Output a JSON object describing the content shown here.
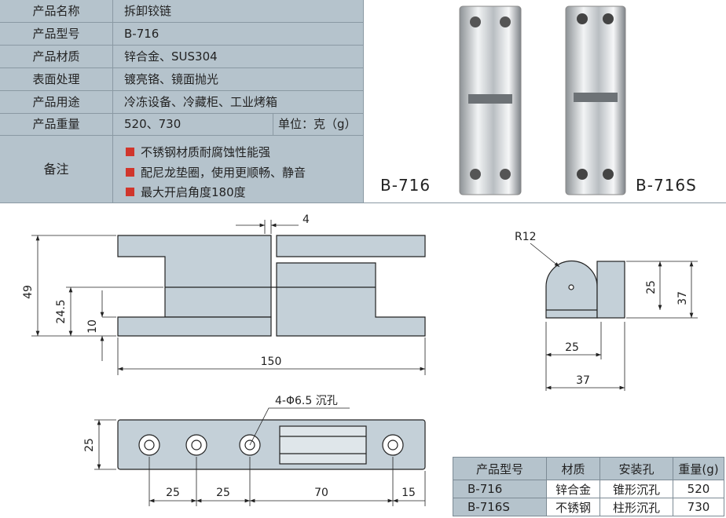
{
  "spec": {
    "rows": [
      {
        "label": "产品名称",
        "value": "拆卸铰链"
      },
      {
        "label": "产品型号",
        "value": "B-716"
      },
      {
        "label": "产品材质",
        "value": "锌合金、SUS304"
      },
      {
        "label": "表面处理",
        "value": "镀亮铬、镜面抛光"
      },
      {
        "label": "产品用途",
        "value": "冷冻设备、冷藏柜、工业烤箱"
      },
      {
        "label": "产品重量",
        "value": "520、730",
        "unit": "单位：克（g）"
      }
    ],
    "remarks_label": "备注",
    "remarks": [
      "不锈钢材质耐腐蚀性能强",
      "配尼龙垫圈，使用更顺畅、静音",
      "最大开启角度180度"
    ],
    "bullet_color": "#d0362c"
  },
  "photos": {
    "left_label": "B-716",
    "right_label": "B-716S"
  },
  "dims": {
    "front": {
      "gap": "4",
      "height": "49",
      "mid": "24.5",
      "flange": "10",
      "length": "150"
    },
    "side": {
      "radius": "R12",
      "inner_h": "25",
      "outer_h": "37",
      "inner_w": "25",
      "outer_w": "37"
    },
    "bottom": {
      "holes": "4-Φ6.5 沉孔",
      "width": "25",
      "pitch1": "25",
      "pitch2": "25",
      "pitch3": "70",
      "edge": "15"
    }
  },
  "models": {
    "headers": [
      "产品型号",
      "材质",
      "安装孔",
      "重量(g)"
    ],
    "rows": [
      [
        "B-716",
        "锌合金",
        "锥形沉孔",
        "520"
      ],
      [
        "B-716S",
        "不锈钢",
        "柱形沉孔",
        "730"
      ]
    ]
  }
}
